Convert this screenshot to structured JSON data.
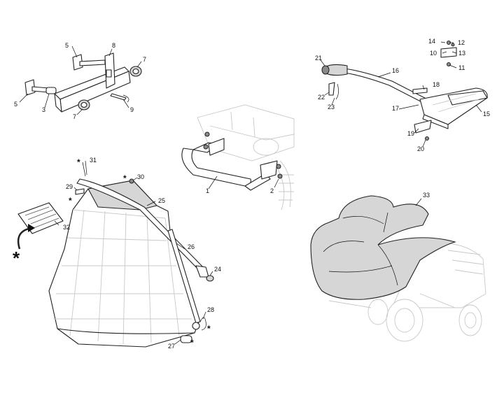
{
  "labels": {
    "p1": "1",
    "p2": "2",
    "p3": "3",
    "p5a": "5",
    "p5b": "5",
    "p7a": "7",
    "p7b": "7",
    "p8": "8",
    "p9": "9",
    "p10": "10",
    "p11": "11",
    "p12": "12",
    "p13": "13",
    "p14": "14",
    "p15": "15",
    "p16": "16",
    "p17": "17",
    "p18": "18",
    "p19": "19",
    "p20": "20",
    "p21": "21",
    "p22": "22",
    "p23": "23",
    "p24": "24",
    "p25": "25",
    "p26": "26",
    "p27": "27",
    "p28": "28",
    "p29": "29",
    "p30": "30",
    "p31": "31",
    "p32": "32",
    "p33": "33"
  },
  "marker": "*",
  "icons": [
    "hitch-bracket",
    "deflector-chute",
    "grass-catcher-bag",
    "tractor-cover",
    "decal-sheet"
  ]
}
